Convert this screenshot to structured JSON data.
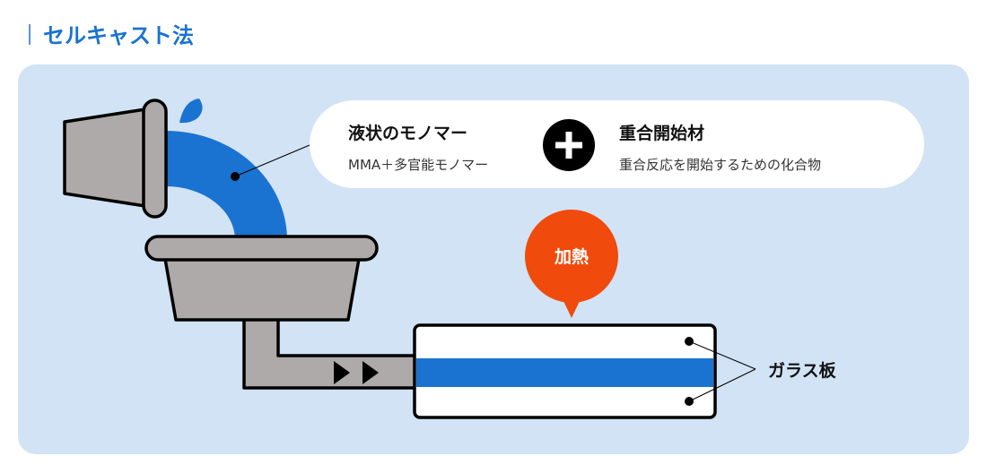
{
  "title": "セルキャスト法",
  "monomer": {
    "heading": "液状のモノマー",
    "description": "MMA＋多官能モノマー"
  },
  "initiator": {
    "heading": "重合開始材",
    "description": "重合反応を開始するための化合物"
  },
  "heat_label": "加熱",
  "glass_label": "ガラス板",
  "colors": {
    "accent": "#1a73d0",
    "panel": "#d1e3f5",
    "heat": "#f04a0c",
    "vessel": "#aeaaa9"
  }
}
